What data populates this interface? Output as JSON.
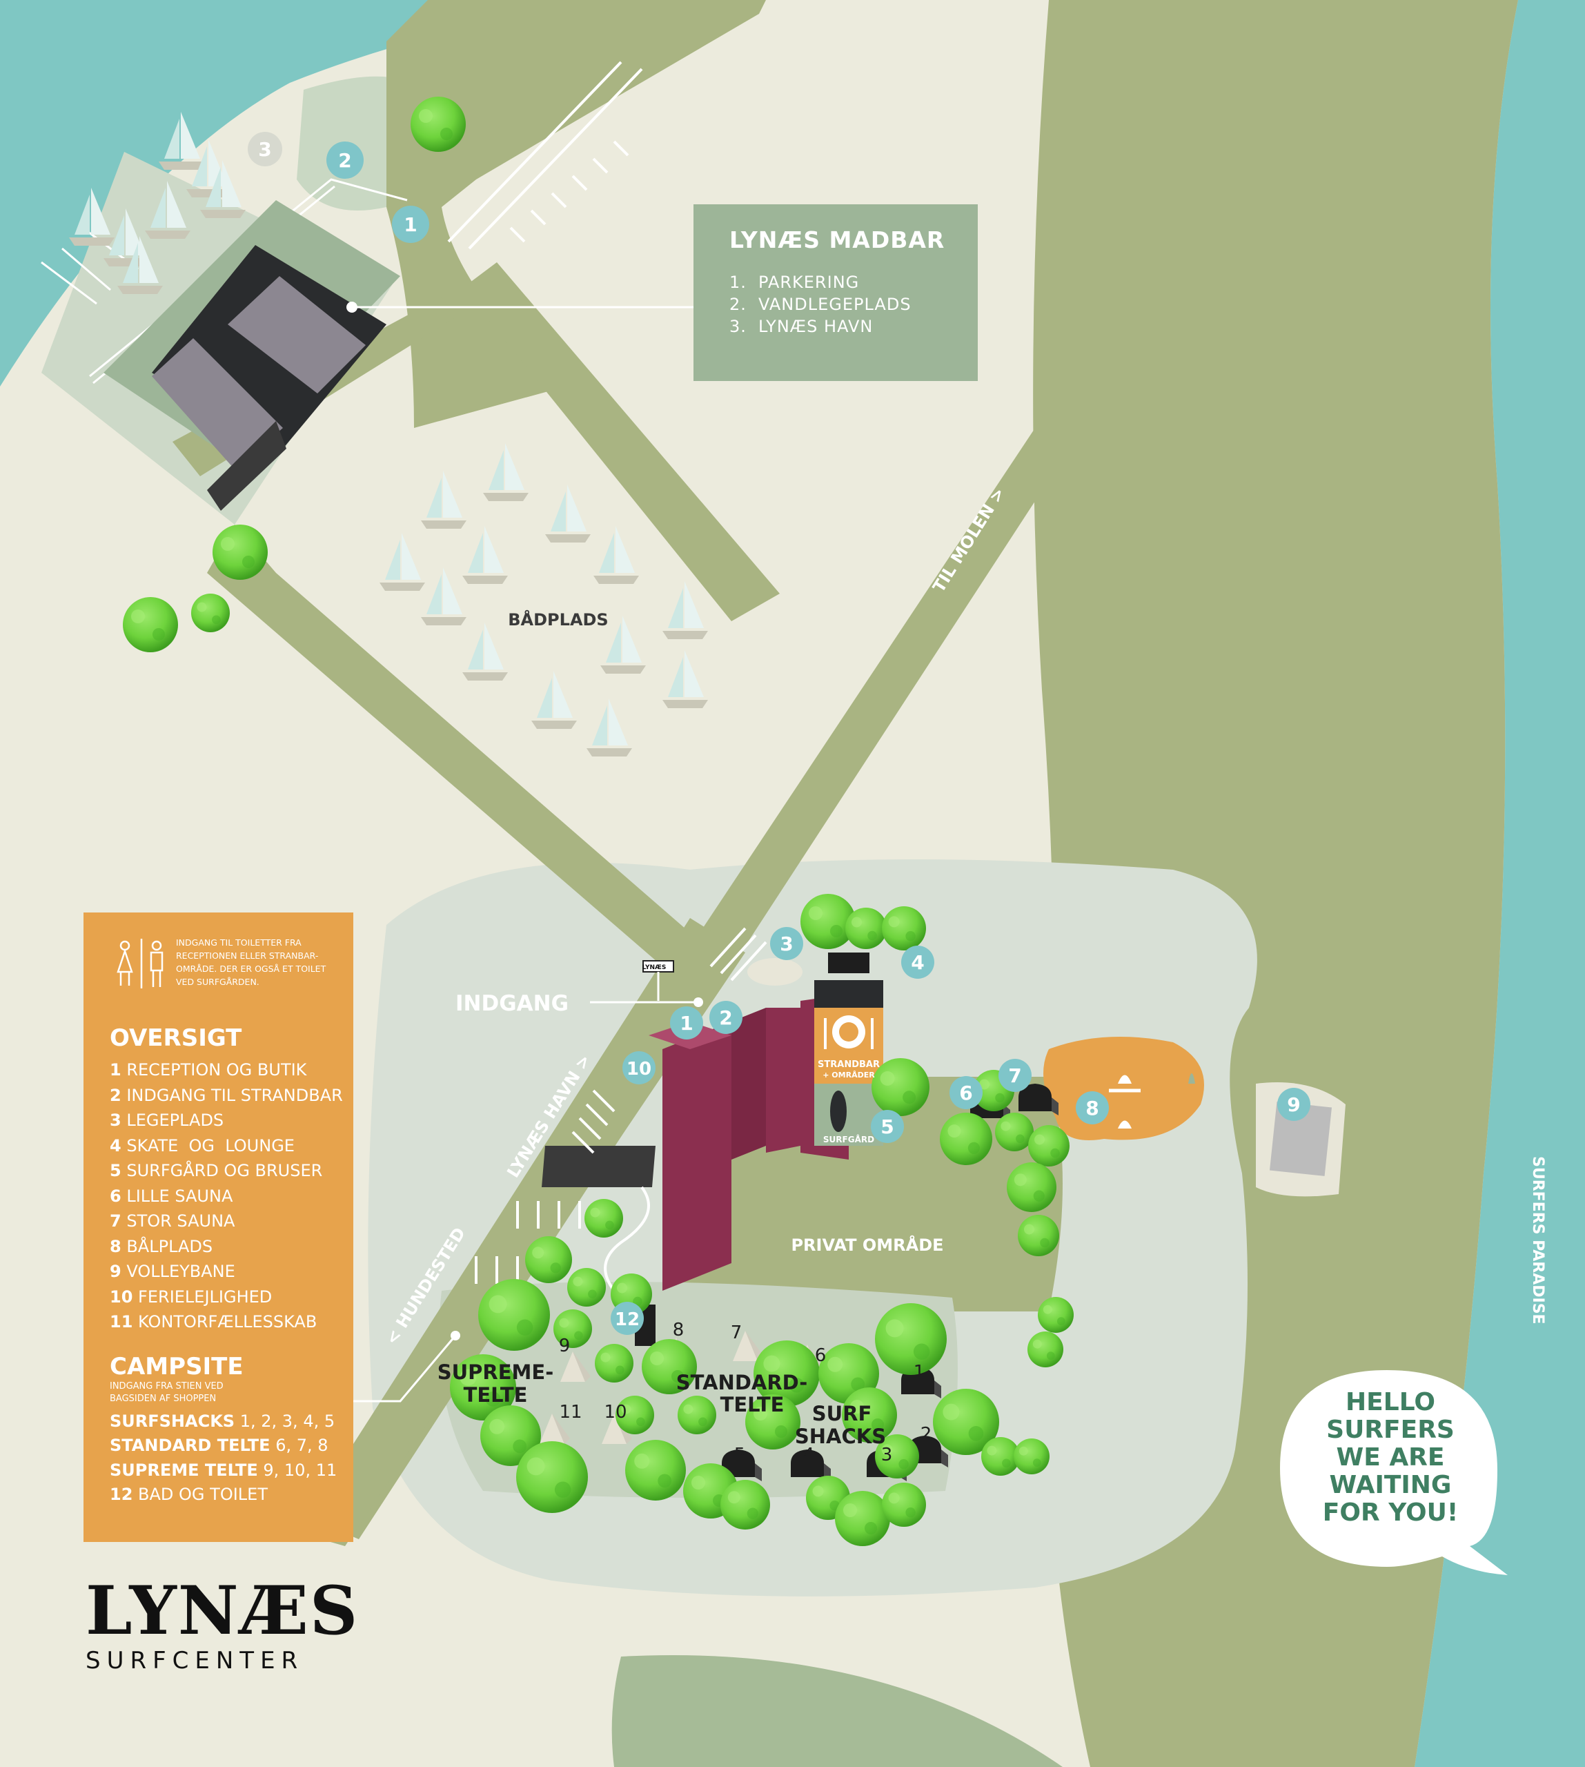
{
  "map": {
    "madbar": {
      "title": "LYNÆS MADBAR",
      "items": [
        {
          "num": "1.",
          "label": "PARKERING"
        },
        {
          "num": "2.",
          "label": "VANDLEGEPLADS"
        },
        {
          "num": "3.",
          "label": "LYNÆS HAVN"
        }
      ]
    },
    "labels": {
      "baadplads": "BÅDPLADS",
      "til_molen": "TIL MOLEN >",
      "indgang": "INDGANG",
      "lynaes_havn": "LYNÆS HAVN >",
      "hundested": "< HUNDESTED",
      "privat": "PRIVAT OMRÅDE",
      "surfers_paradise": "SURFERS PARADISE",
      "strandbar": "STRANDBAR",
      "omraader": "+ OMRÅDER",
      "surfgaard": "SURFGÅRD",
      "supreme_1": "SUPREME-",
      "supreme_2": "TELTE",
      "standard_1": "STANDARD-",
      "standard_2": "TELTE",
      "surf_1": "SURF",
      "surf_2": "SHACKS",
      "sign": "LYNÆS"
    },
    "harbor_markers": [
      "1",
      "2",
      "3"
    ],
    "site_markers": [
      "1",
      "2",
      "3",
      "4",
      "5",
      "6",
      "7",
      "8",
      "9",
      "10"
    ],
    "site12": "12",
    "tent_numbers": [
      "9",
      "8",
      "7",
      "6",
      "11",
      "10",
      "1",
      "2",
      "3",
      "4",
      "5"
    ],
    "colors": {
      "sea": "#7fc7c3",
      "road": "#a9b482",
      "sand": "#ecebdd",
      "grass": "#d6ded4",
      "marker": "#7fc5c9",
      "orange": "#e7a34c",
      "building": "#8b2f4f",
      "tree": "#6ed33c",
      "text_green": "#3f7f62"
    }
  },
  "legend": {
    "toilet_note": "INDGANG TIL TOILETTER FRA RECEPTIONEN ELLER STRANBAR-OMRÅDE. DER ER OGSÅ ET TOILET VED SURFGÅRDEN.",
    "oversigt_title": "OVERSIGT",
    "oversigt": [
      {
        "n": "1",
        "t": "RECEPTION OG BUTIK"
      },
      {
        "n": "2",
        "t": "INDGANG TIL STRANDBAR"
      },
      {
        "n": "3",
        "t": "LEGEPLADS"
      },
      {
        "n": "4",
        "t": "SKATE  OG  LOUNGE"
      },
      {
        "n": "5",
        "t": "SURFGÅRD OG BRUSER"
      },
      {
        "n": "6",
        "t": "LILLE SAUNA"
      },
      {
        "n": "7",
        "t": "STOR SAUNA"
      },
      {
        "n": "8",
        "t": "BÅLPLADS"
      },
      {
        "n": "9",
        "t": "VOLLEYBANE"
      },
      {
        "n": "10",
        "t": "FERIELEJLIGHED"
      },
      {
        "n": "11",
        "t": "KONTORFÆLLESSKAB"
      }
    ],
    "campsite_title": "CAMPSITE",
    "campsite_note": "INDGANG FRA STIEN VED BAGSIDEN AF SHOPPEN",
    "campsite": [
      {
        "n": "SURFSHACKS",
        "t": "1, 2, 3, 4, 5"
      },
      {
        "n": "STANDARD TELTE",
        "t": "6, 7, 8"
      },
      {
        "n": "SUPREME TELTE",
        "t": "9, 10, 11"
      },
      {
        "n": "12",
        "t": "BAD OG TOILET"
      }
    ]
  },
  "logo": {
    "big": "LYNÆS",
    "small": "SURFCENTER"
  },
  "bubble": {
    "lines": [
      "HELLO",
      "SURFERS",
      "WE ARE",
      "WAITING",
      "FOR YOU!"
    ]
  }
}
